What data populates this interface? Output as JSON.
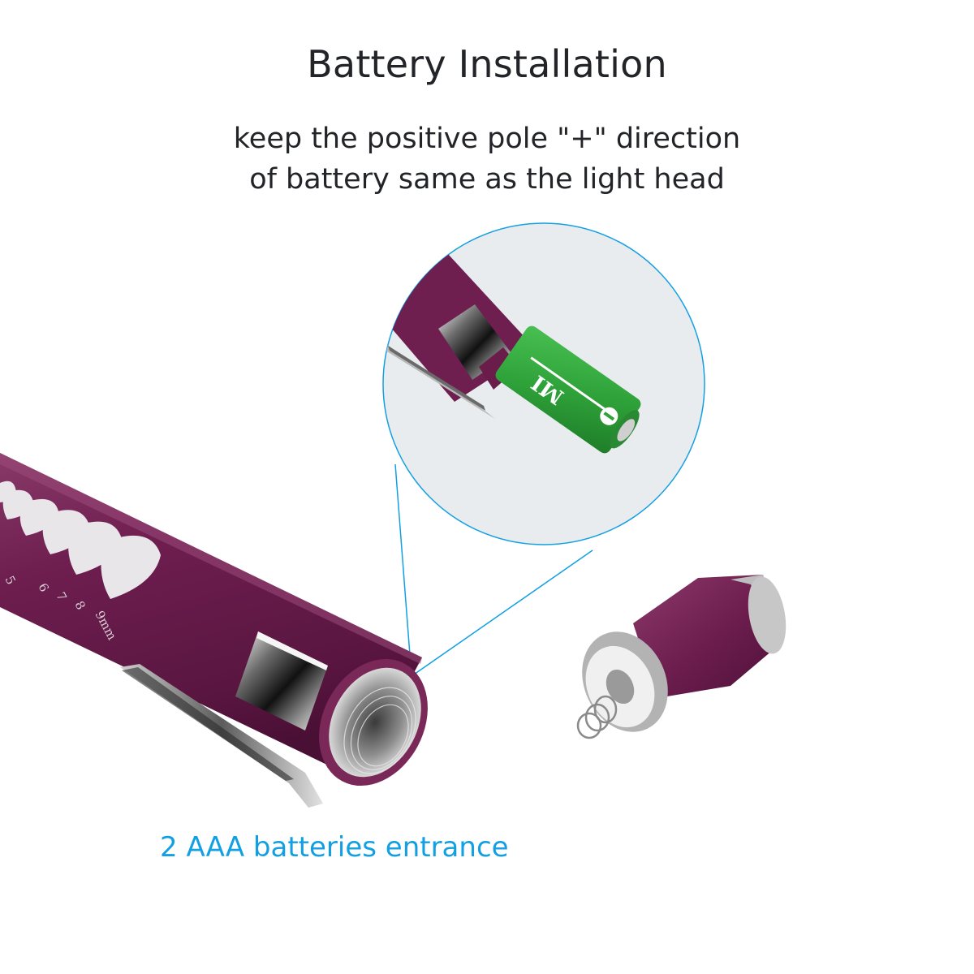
{
  "header": {
    "title": "Battery Installation",
    "instruction_line1": "keep the positive pole \"+\" direction",
    "instruction_line2": "of battery same as the light head"
  },
  "caption": {
    "text": "2 AAA batteries entrance"
  },
  "pen_markings": {
    "scale_numbers": [
      "5",
      "6",
      "7",
      "8",
      "9mm"
    ]
  },
  "battery": {
    "label_fragment": "MI",
    "pole_marking": "-"
  },
  "colors": {
    "accent_blue": "#12a0e3",
    "pen_purple": "#6e1e4f",
    "battery_green": "#2fa33a",
    "text_dark": "#222428"
  }
}
